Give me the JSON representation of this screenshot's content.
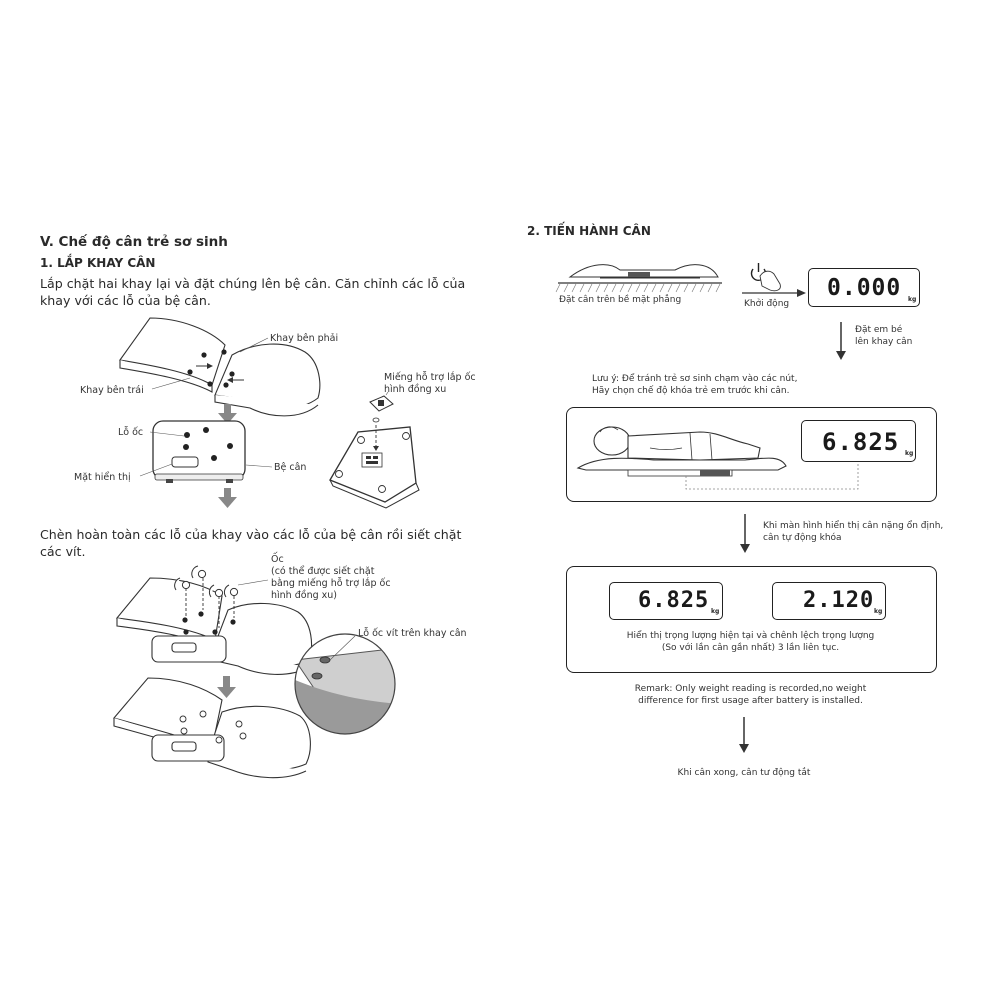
{
  "left": {
    "section_title": "V. Chế độ cân trẻ sơ sinh",
    "step1_title": "1. LẮP KHAY CÂN",
    "step1_paragraph_line1": "Lắp chặt hai khay lại và đặt chúng lên bệ cân. Căn chỉnh các lỗ của",
    "step1_paragraph_line2": "khay với các lỗ của bệ cân.",
    "label_right_tray": "Khay bên phải",
    "label_left_tray": "Khay bên trái",
    "label_screw_hole": "Lỗ ốc",
    "label_display": "Mặt hiển thị",
    "label_base": "Bệ cân",
    "label_coin_tool_line1": "Miếng hỗ trợ lắp ốc",
    "label_coin_tool_line2": "hình đồng xu",
    "step1_paragraph2_line1": "Chèn hoàn toàn các lỗ của khay vào các lỗ của bệ cân rồi siết chặt",
    "step1_paragraph2_line2": "các vít.",
    "label_screw_title": "Ốc",
    "label_screw_line1": "(có thể được siết chặt",
    "label_screw_line2": "bằng miếng hỗ trợ lắp ốc",
    "label_screw_line3": "hình đồng xu)",
    "label_tray_screw_hole": "Lỗ ốc vít trên khay cân"
  },
  "right": {
    "step2_title": "2. TIẾN HÀNH CÂN",
    "label_flat_surface": "Đặt cân trên bề mặt phẳng",
    "label_power_on": "Khởi động",
    "display_initial": "0.000",
    "unit": "kg",
    "label_place_baby_line1": "Đặt em bé",
    "label_place_baby_line2": "lên khay cân",
    "note_line1": "Lưu ý: Để tránh trẻ sơ sinh chạm vào các nút,",
    "note_line2": "Hãy chọn chế độ khóa trẻ em trước khi cân.",
    "display_weighing": "6.825",
    "label_auto_lock_line1": "Khi màn hình hiển thị cân nặng ổn định,",
    "label_auto_lock_line2": "cân tự động khóa",
    "display_locked_current": "6.825",
    "display_locked_diff": "2.120",
    "label_show_weight_line1": "Hiển thị trọng lượng hiện tại và chênh lệch trọng lượng",
    "label_show_weight_line2": "(So với lần cân gần nhất) 3 lần liên tục.",
    "remark_line1": "Remark: Only weight reading is recorded,no weight",
    "remark_line2": "difference for first usage after battery is installed.",
    "label_auto_off": "Khi cân xong, cân tư động tắt"
  }
}
